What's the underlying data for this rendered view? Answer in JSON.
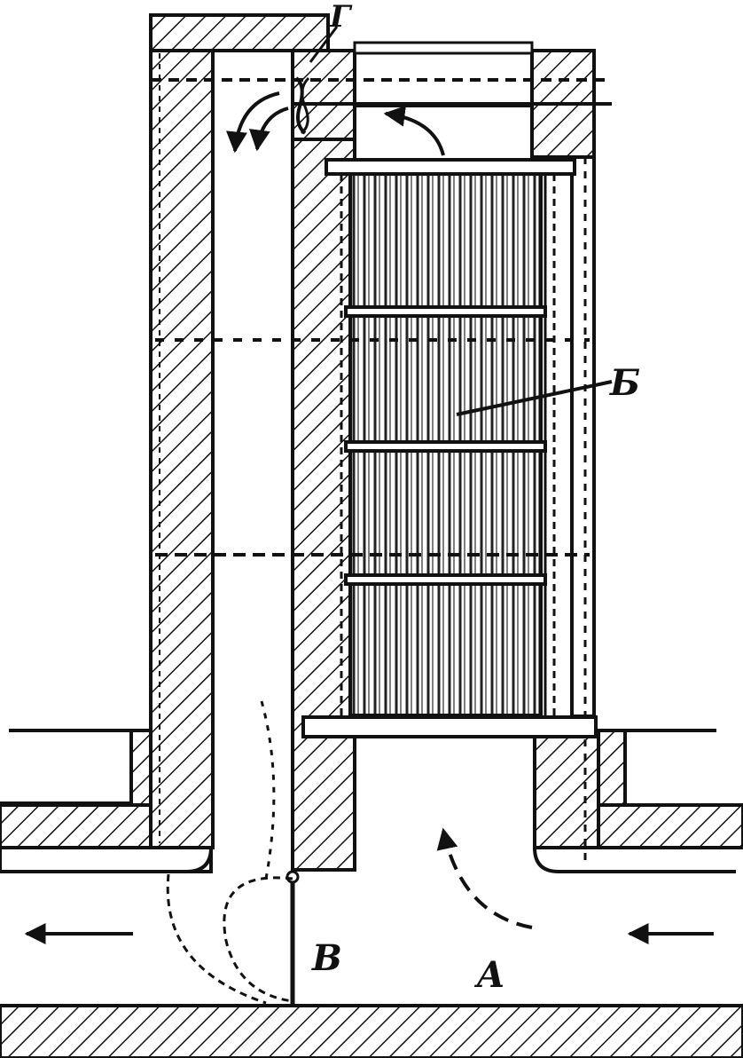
{
  "figure": {
    "labels": {
      "A": "A",
      "B": "Б",
      "V": "В",
      "G": "Г"
    },
    "colors": {
      "ink": "#111111",
      "paper": "#ffffff"
    },
    "icons": [
      "flow-arrow-left-icon",
      "flow-arrow-right-icon",
      "flow-arrow-up-icon"
    ]
  }
}
